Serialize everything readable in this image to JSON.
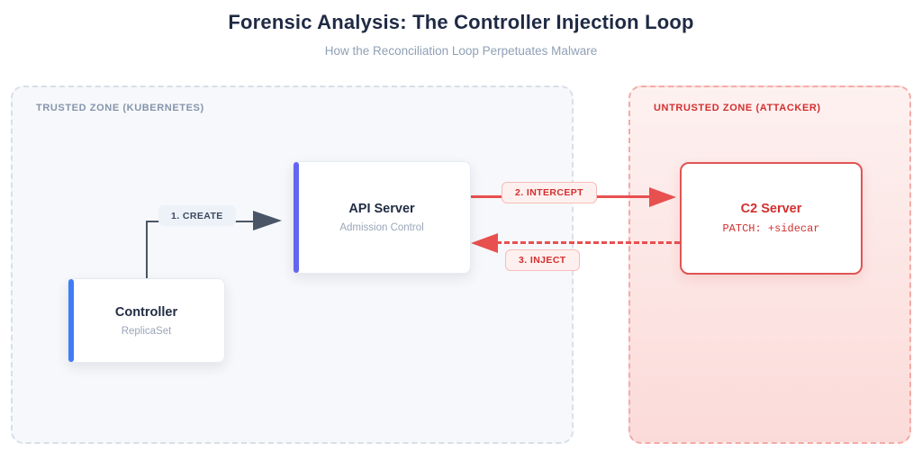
{
  "title": "Forensic Analysis: The Controller Injection Loop",
  "subtitle": "How the Reconciliation Loop Perpetuates Malware",
  "zones": {
    "trusted": {
      "label": "TRUSTED ZONE (KUBERNETES)",
      "bg": "#f7f8fb",
      "border": "#d9dfe8",
      "label_color": "#8595ab"
    },
    "untrusted": {
      "label": "UNTRUSTED ZONE (ATTACKER)",
      "bg_top": "#fdf1f0",
      "bg_bottom": "#fbdbd9",
      "border": "#f3aba6",
      "label_color": "#d32f2f"
    }
  },
  "nodes": {
    "controller": {
      "title": "Controller",
      "subtitle": "ReplicaSet",
      "accent_color": "#3f7df5"
    },
    "api_server": {
      "title": "API Server",
      "subtitle": "Admission Control",
      "accent_color": "#6466f1"
    },
    "c2_server": {
      "title": "C2 Server",
      "subtitle": "PATCH: +sidecar",
      "border_color": "#e15454",
      "text_color": "#d32f2f"
    }
  },
  "edges": {
    "create": {
      "label": "1. CREATE",
      "color": "#4a5568",
      "style": "solid",
      "from": "controller",
      "to": "api_server"
    },
    "intercept": {
      "label": "2. INTERCEPT",
      "color": "#e85050",
      "style": "solid",
      "from": "api_server",
      "to": "c2_server"
    },
    "inject": {
      "label": "3. INJECT",
      "color": "#e85050",
      "style": "dashed",
      "from": "c2_server",
      "to": "api_server"
    }
  },
  "colors": {
    "title_text": "#1f2a44",
    "subtitle_text": "#90a0b5",
    "node_title_text": "#222d44",
    "node_subtitle_text": "#9aa6b8",
    "background": "#ffffff"
  }
}
